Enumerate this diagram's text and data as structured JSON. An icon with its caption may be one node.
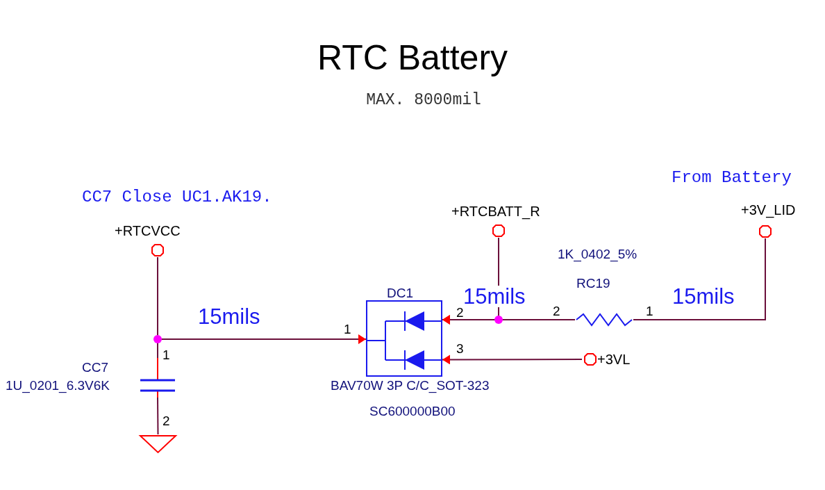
{
  "diagram": {
    "title": "RTC Battery",
    "nodes": [
      {
        "text": [
          "+RTCVCC"
        ]
      },
      {
        "text": [
          "CC7",
          "1U_0201_6.3V6K"
        ]
      },
      {
        "text": [],
        "shape": "triangle"
      },
      {
        "text": [
          "DC1",
          "BAV70W 3P C/C_SOT-323",
          "SC600000B00"
        ]
      },
      {
        "text": [
          "+RTCBATT_R"
        ]
      },
      {
        "text": [
          "1K_0402_5%",
          "RC19"
        ]
      },
      {
        "text": [
          "+3V_LID"
        ]
      },
      {
        "text": [
          "+3VL"
        ]
      }
    ],
    "edges": [
      {
        "from": 0,
        "to": 1,
        "arrow": "none"
      },
      {
        "from": 1,
        "to": 3,
        "arrow": "to",
        "label": "15mils"
      },
      {
        "from": 1,
        "to": 2,
        "arrow": "none"
      },
      {
        "from": 4,
        "to": 3,
        "arrow": "to"
      },
      {
        "from": 5,
        "to": 3,
        "arrow": "to",
        "label": "15mils"
      },
      {
        "from": 6,
        "to": 5,
        "arrow": "none",
        "label": "15mils"
      },
      {
        "from": 7,
        "to": 3,
        "arrow": "to"
      }
    ],
    "labels": [
      "MAX. 8000mil",
      "CC7 Close UC1.AK19.",
      "From Battery",
      "1",
      "2",
      "1",
      "2",
      "3",
      "2",
      "1"
    ]
  }
}
